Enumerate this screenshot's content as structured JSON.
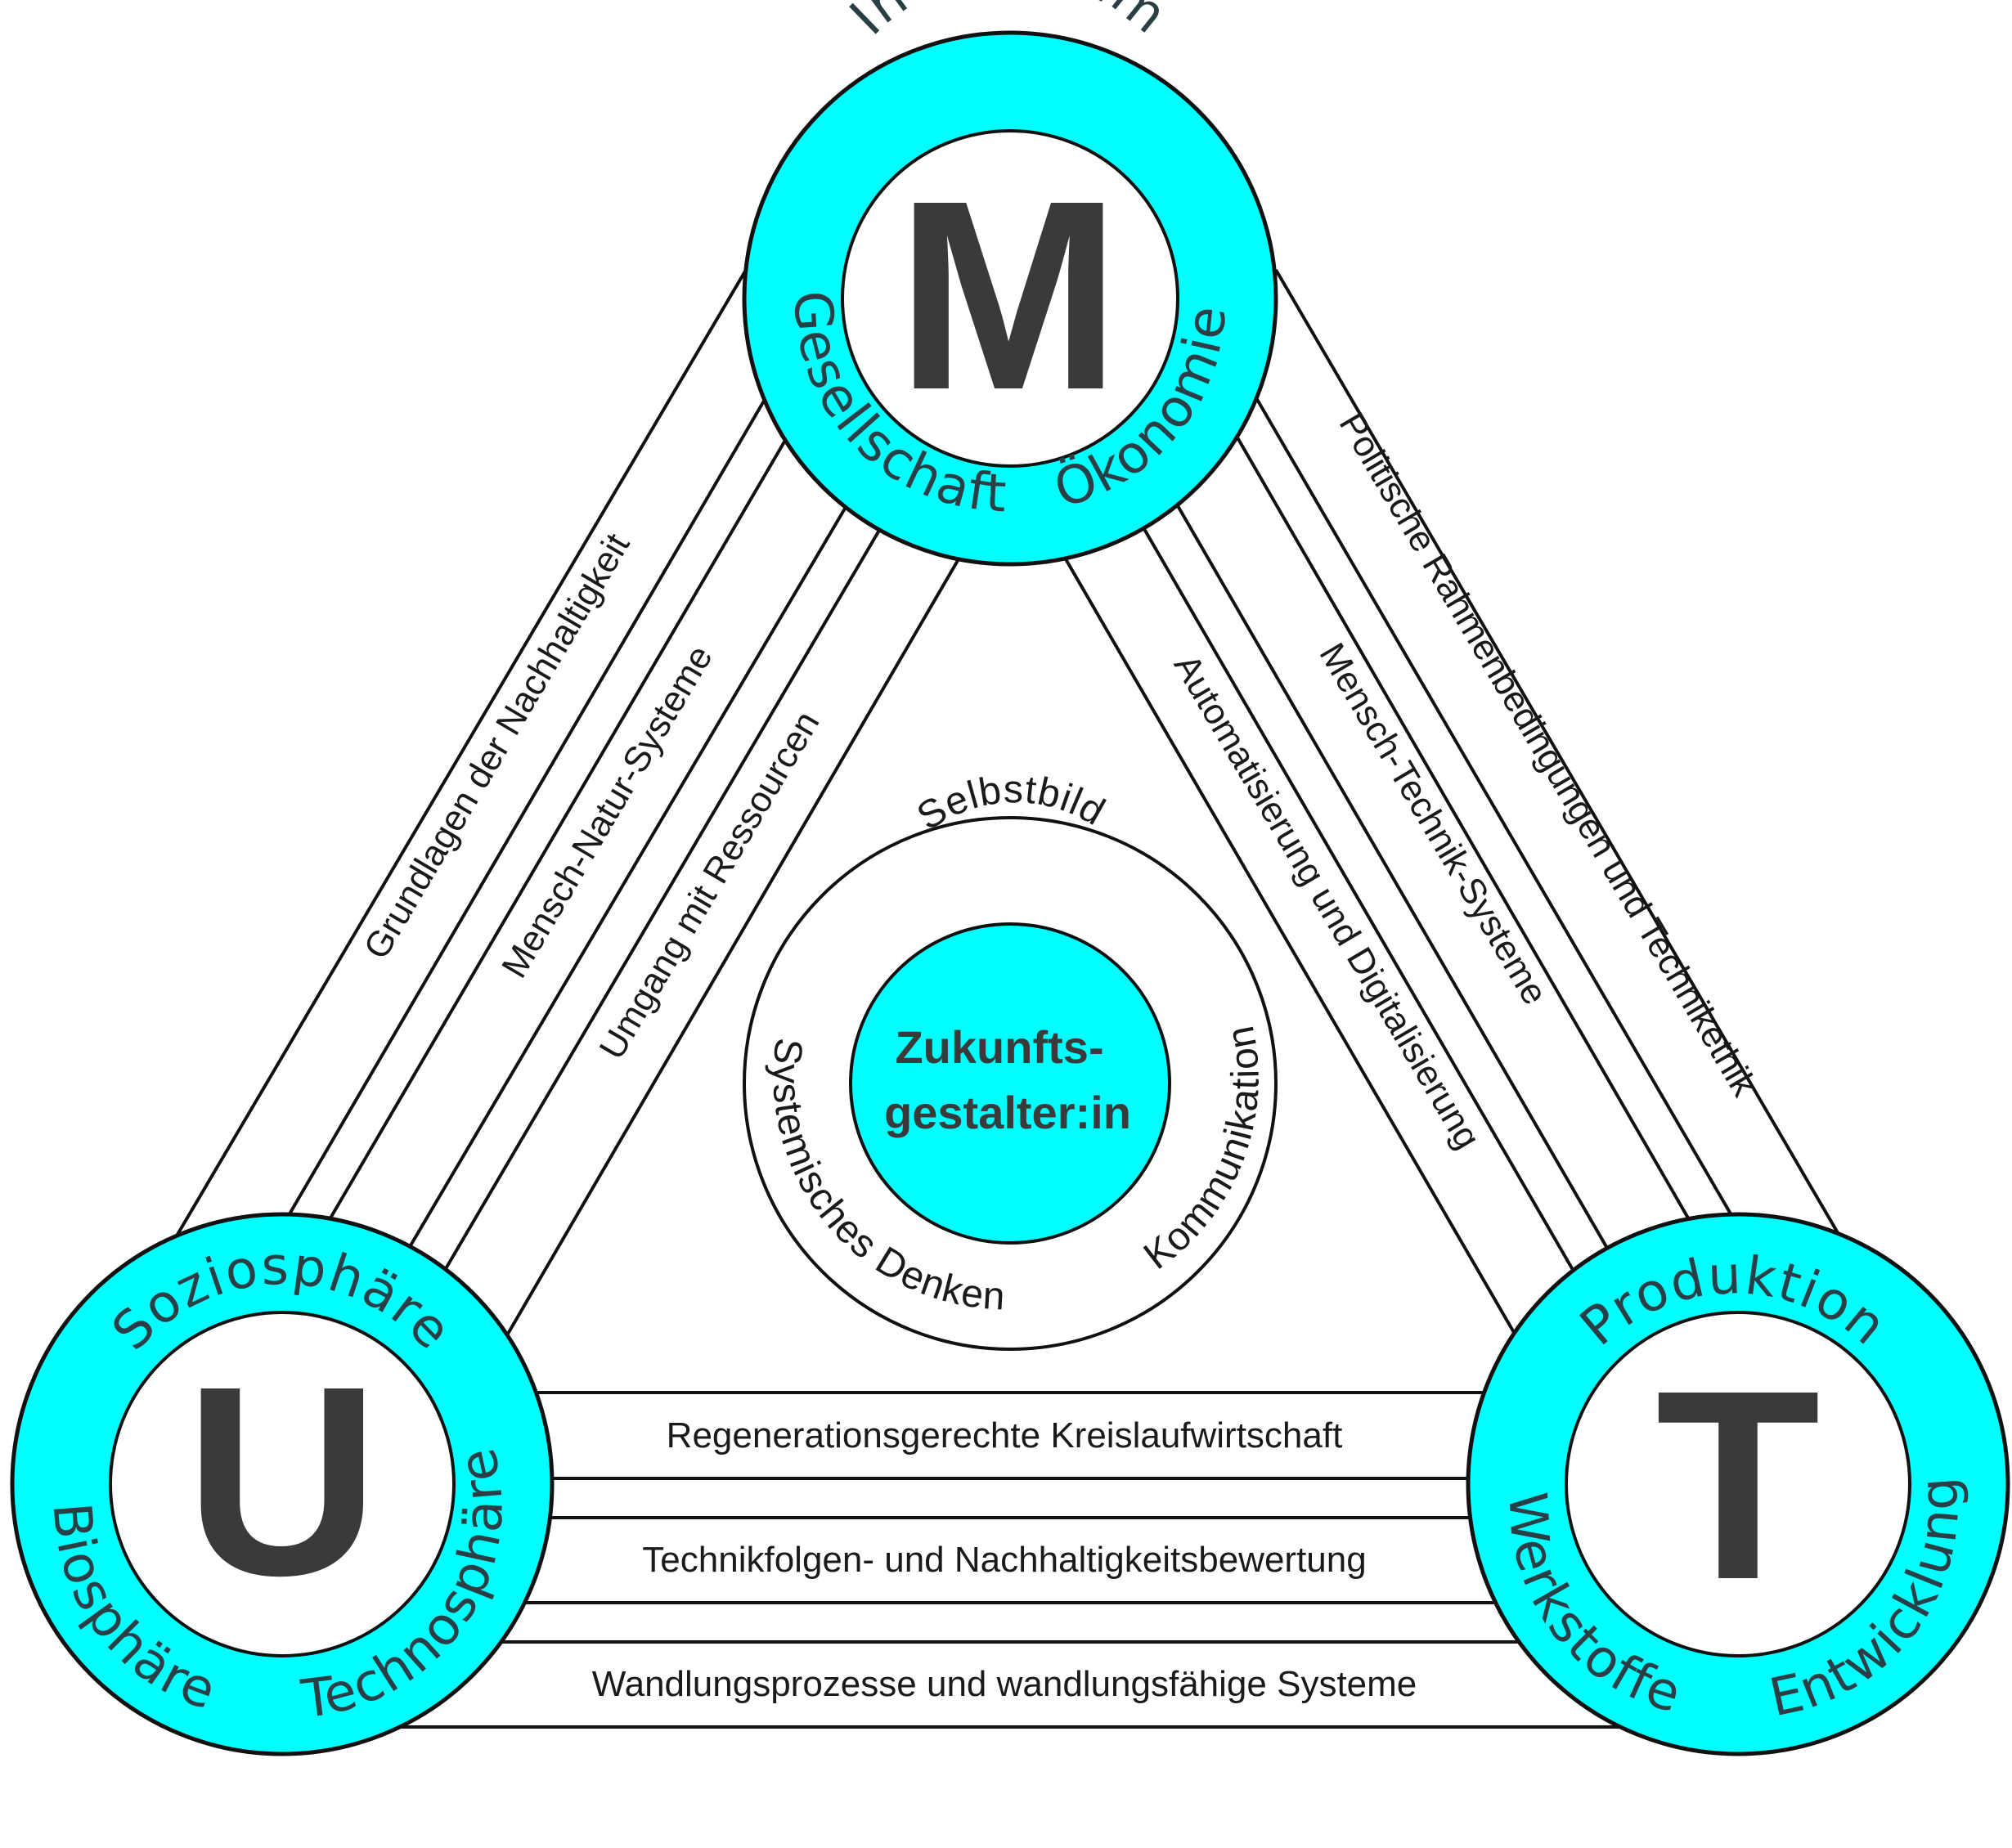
{
  "colors": {
    "accent": "#00ffff",
    "line": "#111111",
    "letter": "#3a3a3a",
    "ringText": "#2a3f45"
  },
  "nodes": {
    "m": {
      "letter": "M",
      "top": "Individuum",
      "left": "Gesellschaft",
      "right": "Ökonomie"
    },
    "u": {
      "letter": "U",
      "top": "Soziosphäre",
      "left": "Biosphäre",
      "right": "Technosphäre"
    },
    "t": {
      "letter": "T",
      "top": "Produktion",
      "left": "Werkstoffe",
      "right": "Entwicklung"
    }
  },
  "bands": {
    "left": [
      "Grundlagen der Nachhaltigkeit",
      "Mensch-Natur-Systeme",
      "Umgang mit Ressourcen"
    ],
    "right": [
      "Politische Rahmenbedingungen und Technikethik",
      "Mensch-Technik-Systeme",
      "Automatisierung und Digitalisierung"
    ],
    "bottom": [
      "Regenerationsgerechte Kreislaufwirtschaft",
      "Technikfolgen- und Nachhaltigkeitsbewertung",
      "Wandlungsprozesse und wandlungsfähige Systeme"
    ]
  },
  "center": {
    "title_line1": "Zukunfts-",
    "title_line2": "gestalter:in",
    "top": "Selbstbild",
    "left": "Systemisches Denken",
    "right": "Kommunikation"
  }
}
